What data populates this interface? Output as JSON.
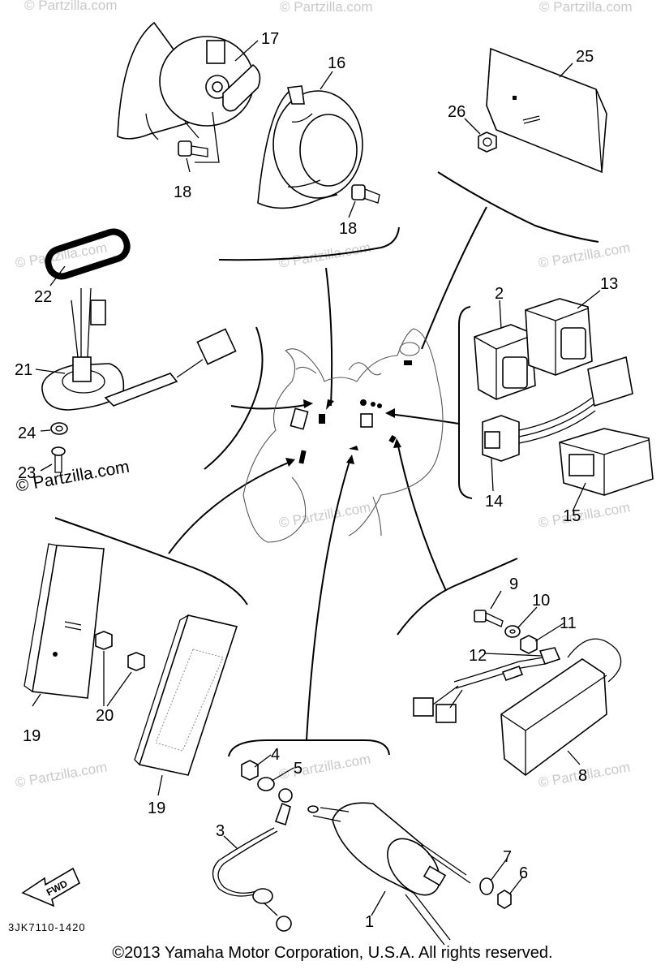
{
  "watermark": "© Partzilla.com",
  "copyright": "©2013 Yamaha Motor Corporation, U.S.A. All rights reserved.",
  "diagram_code": "3JK7110-1420",
  "fwd_label": "FWD",
  "callouts": [
    "1",
    "2",
    "3",
    "4",
    "5",
    "6",
    "7",
    "8",
    "9",
    "10",
    "11",
    "12",
    "13",
    "14",
    "15",
    "16",
    "17",
    "18",
    "18",
    "19",
    "19",
    "20",
    "21",
    "22",
    "23",
    "24",
    "25",
    "26"
  ]
}
